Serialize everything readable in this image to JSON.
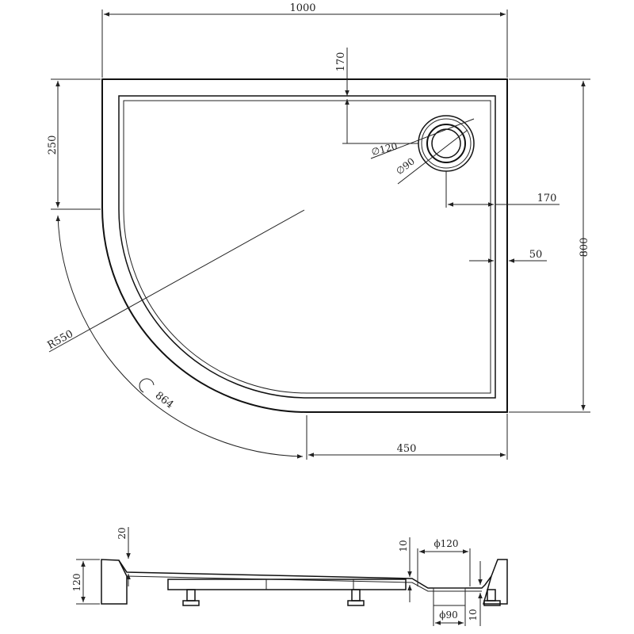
{
  "plan": {
    "width": "1000",
    "depth": "800",
    "side_length": "250",
    "straight_length": "450",
    "radius": "R550",
    "arc_length": "864",
    "drain_outer_dia": "∅120",
    "drain_inner_dia": "∅90",
    "drain_offset_top": "170",
    "drain_offset_right": "170",
    "rim_width": "50"
  },
  "section": {
    "top_step": "20",
    "height": "120",
    "depth_left": "10",
    "depth_right": "10",
    "drain_outer_dia": "ϕ120",
    "drain_inner_dia": "ϕ90"
  }
}
